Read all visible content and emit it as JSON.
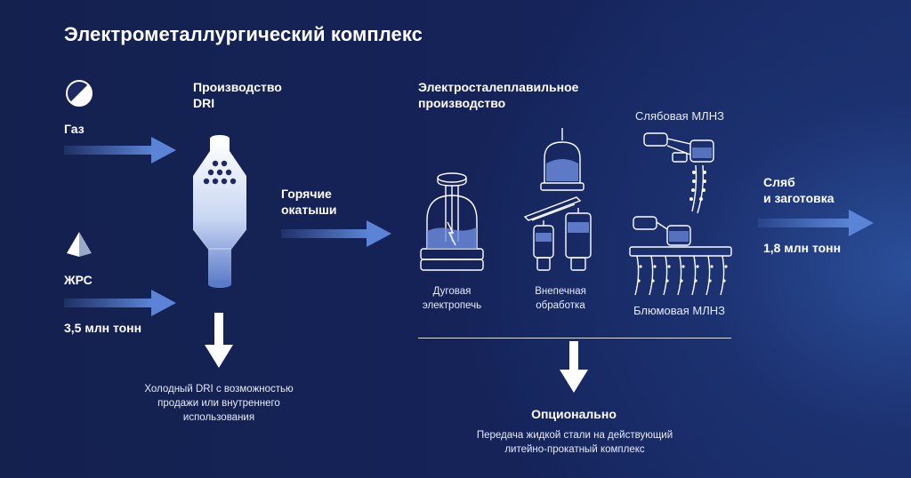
{
  "title": "Электрометаллургический комплекс",
  "inputs": {
    "gas": {
      "label": "Газ",
      "icon": "half-circle-icon"
    },
    "ore": {
      "label": "ЖРС",
      "volume": "3,5 млн тонн",
      "icon": "pyramid-icon"
    }
  },
  "dri": {
    "title_line1": "Производство",
    "title_line2": "DRI",
    "output_line1": "Холодный DRI с возможностью",
    "output_line2": "продажи или внутреннего",
    "output_line3": "использования"
  },
  "hot_pellets": {
    "line1": "Горячие",
    "line2": "окатыши"
  },
  "steelmaking": {
    "title_line1": "Электросталеплавильное",
    "title_line2": "производство",
    "arc_furnace_line1": "Дуговая",
    "arc_furnace_line2": "электропечь",
    "ladle_line1": "Внепечная",
    "ladle_line2": "обработка",
    "slab_caster": "Слябовая МЛНЗ",
    "bloom_caster": "Блюмовая МЛНЗ"
  },
  "optional": {
    "title": "Опционально",
    "line1": "Передача жидкой стали на действующий",
    "line2": "литейно-прокатный комплекс"
  },
  "output": {
    "line1": "Сляб",
    "line2": "и заготовка",
    "volume": "1,8 млн тонн"
  },
  "colors": {
    "background": "#15235a",
    "arrow": "#5b84d6",
    "white": "#ffffff",
    "accent": "#9fb8ee"
  }
}
